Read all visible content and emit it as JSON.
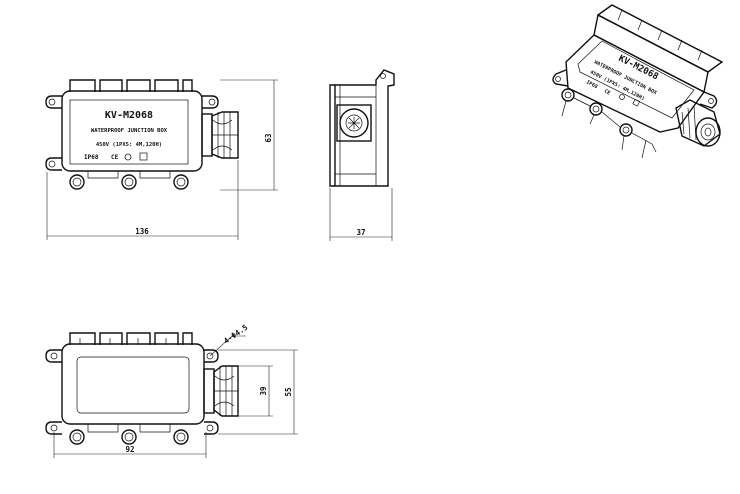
{
  "product": {
    "model": "KV-M2068",
    "title": "WATERPROOF JUNCTION BOX",
    "spec": "450V (1PX5: 4M,120H)",
    "ip_rating": "IP68",
    "ce_mark": "CE",
    "iso_title": "WATERPROOF JUNCTION BOX",
    "iso_spec": "450V (1PX5: 4M,120H)"
  },
  "dimensions": {
    "front_width": "136",
    "front_height": "63",
    "side_depth": "37",
    "bottom_hole_span": "92",
    "bottom_inner_height": "39",
    "bottom_outer_height": "55",
    "hole_callout": "4-Φ4.5"
  }
}
